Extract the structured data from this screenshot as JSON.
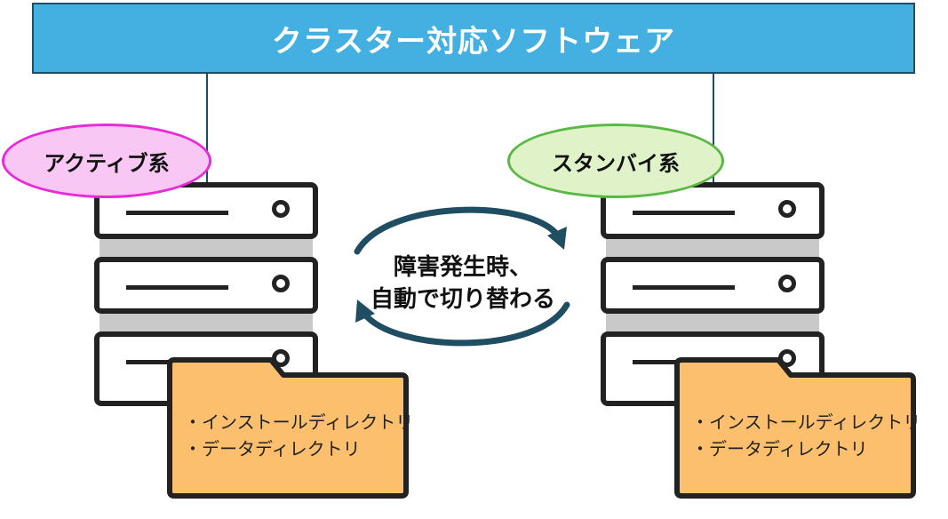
{
  "banner": {
    "title": "クラスター対応ソフトウェア"
  },
  "active": {
    "label": "アクティブ系",
    "folder_items": [
      "・インストールディレクトリ",
      "・データディレクトリ"
    ]
  },
  "standby": {
    "label": "スタンバイ系",
    "folder_items": [
      "・インストールディレクトリ",
      "・データディレクトリ"
    ]
  },
  "failover": {
    "line1": "障害発生時、",
    "line2": "自動で切り替わる"
  },
  "colors": {
    "banner": "#44b0e1",
    "active_fill": "#f8c7f4",
    "active_border": "#e82ad9",
    "standby_fill": "#dff2c8",
    "standby_border": "#5ab845",
    "folder": "#fbbf6e",
    "arrow": "#1f4e63"
  }
}
